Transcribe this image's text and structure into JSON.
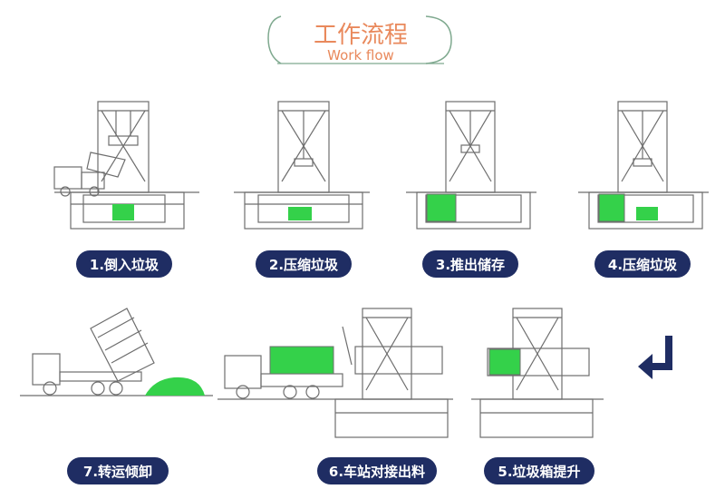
{
  "header": {
    "title_cn": "工作流程",
    "title_en": "Work flow"
  },
  "steps": [
    {
      "id": "step-1",
      "label": "1.倒入垃圾"
    },
    {
      "id": "step-2",
      "label": "2.压缩垃圾"
    },
    {
      "id": "step-3",
      "label": "3.推出储存"
    },
    {
      "id": "step-4",
      "label": "4.压缩垃圾"
    },
    {
      "id": "step-5",
      "label": "5.垃圾箱提升"
    },
    {
      "id": "step-6",
      "label": "6.车站对接出料"
    },
    {
      "id": "step-7",
      "label": "7.转运倾卸"
    }
  ],
  "colors": {
    "accent": "#e9895c",
    "pill": "#1f2d63",
    "pill_text": "#ffffff",
    "frame_border": "#7fa98f",
    "line": "#6e6e6e",
    "green": "#34d14a",
    "arrow": "#1f2d63"
  },
  "icons": {
    "flow_arrow": "down-left-turn-arrow-icon"
  }
}
